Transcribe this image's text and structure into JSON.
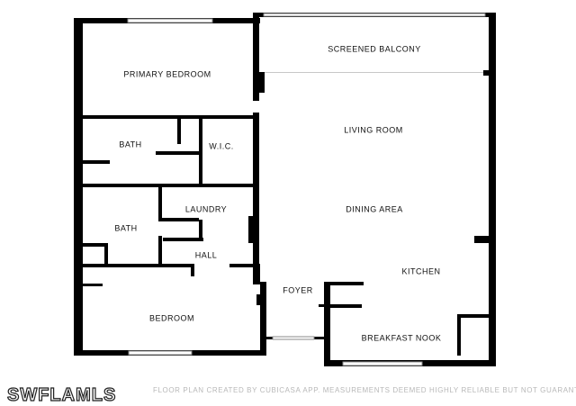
{
  "rooms": {
    "primary_bedroom": "PRIMARY BEDROOM",
    "screened_balcony": "SCREENED BALCONY",
    "bath_upper": "BATH",
    "wic": "W.I.C.",
    "living_room": "LIVING ROOM",
    "laundry": "LAUNDRY",
    "dining_area": "DINING AREA",
    "bath_lower": "BATH",
    "hall": "HALL",
    "kitchen": "KITCHEN",
    "foyer": "FOYER",
    "bedroom": "BEDROOM",
    "breakfast_nook": "BREAKFAST NOOK"
  },
  "footer": {
    "disclaimer": "FLOOR PLAN CREATED BY CUBICASA APP. MEASUREMENTS DEEMED HIGHLY RELIABLE BUT NOT GUARANTEED.",
    "watermark": "SWFLAMLS"
  },
  "colors": {
    "wall": "#000000",
    "window": "#8a8a8a",
    "disclaimer": "#b8b8b8"
  }
}
